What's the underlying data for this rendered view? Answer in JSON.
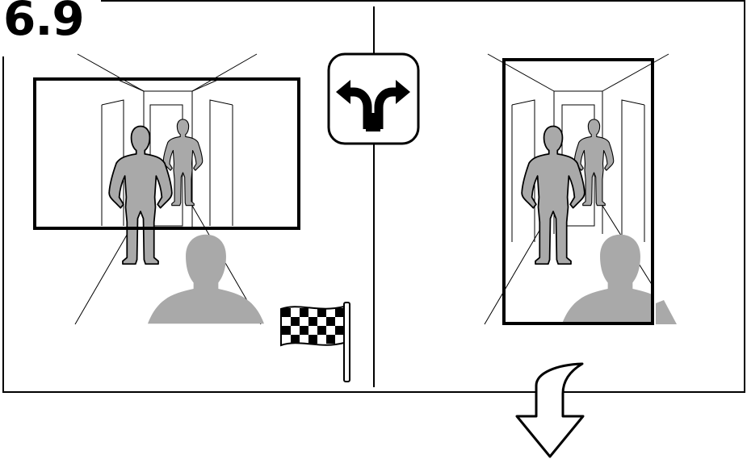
{
  "step_number": "6.9",
  "colors": {
    "figure_fill": "#a9a9a9",
    "line": "#000000",
    "background": "#ffffff"
  },
  "icons": {
    "fork": "fork-arrow-icon",
    "finish": "checkered-flag-icon",
    "next": "curved-down-arrow-icon"
  },
  "panels": [
    {
      "name": "landscape-framing",
      "frame_orientation": "landscape"
    },
    {
      "name": "portrait-framing",
      "frame_orientation": "portrait"
    }
  ]
}
